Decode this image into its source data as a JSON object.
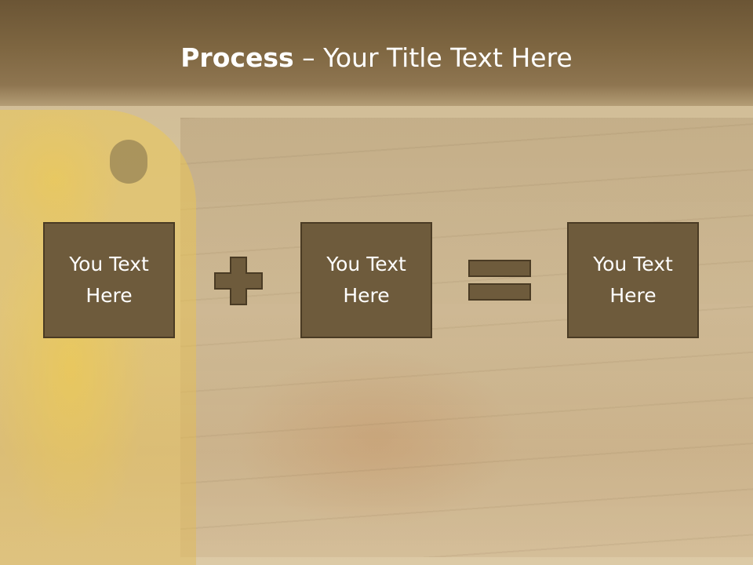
{
  "slide": {
    "title_bold": "Process",
    "title_rest": " – Your Title Text Here",
    "boxes": [
      {
        "label": "You Text Here"
      },
      {
        "label": "You Text Here"
      },
      {
        "label": "You Text Here"
      }
    ],
    "operators": [
      "plus-icon",
      "equals-icon"
    ]
  },
  "colors": {
    "title_band": "#7e6641",
    "box_fill": "#6e5b3c",
    "box_border": "#4a3b24",
    "text": "#ffffff"
  }
}
